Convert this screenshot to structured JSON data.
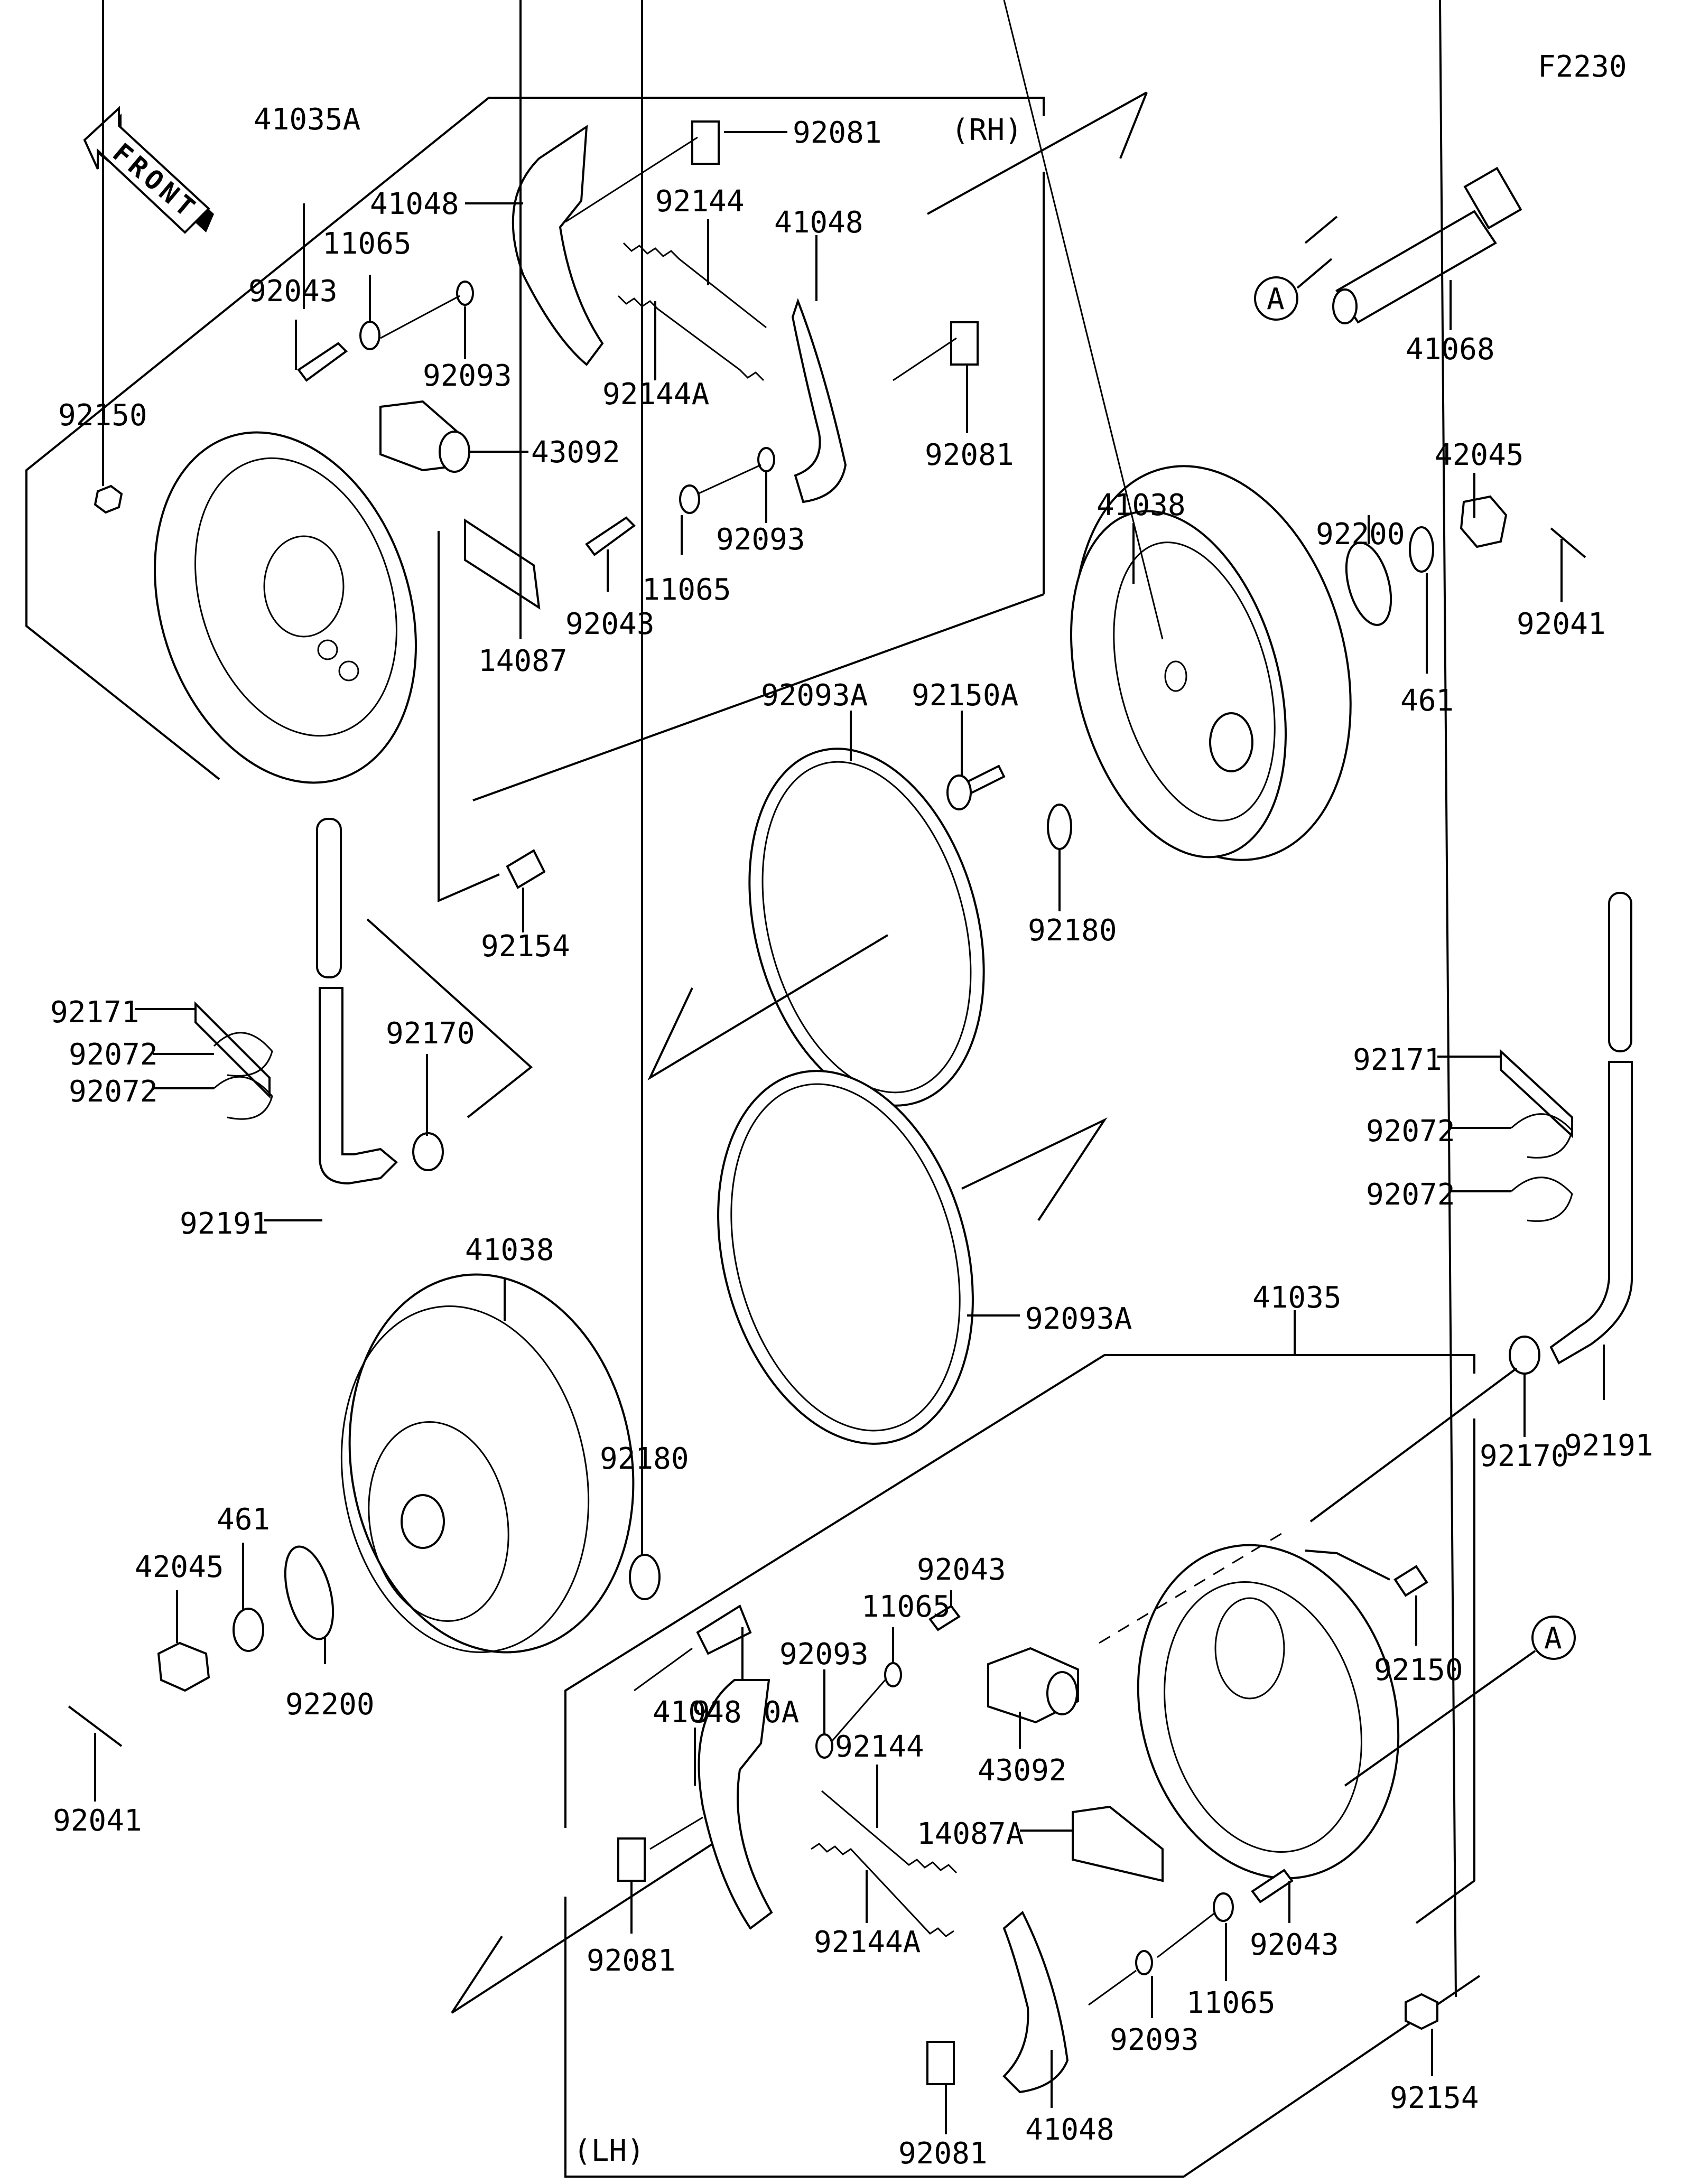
{
  "diagram": {
    "figure_code": "F2230",
    "front_arrow_text": "FRONT",
    "side_labels": {
      "right": "(RH)",
      "left": "(LH)"
    },
    "reference_marker": "A",
    "parts": {
      "brake_panel_rh": "41035A",
      "brake_panel_lh": "41035",
      "shoe_rh_upper": "41048",
      "shoe_rh_lower": "41048",
      "shoe_lh_upper": "41048",
      "shoe_lh_lower": "41048",
      "clip_rh_upper": "92081",
      "clip_rh_lower": "92081",
      "clip_lh_upper": "92081",
      "clip_lh_lower": "92081",
      "spring_rh": "92144",
      "spring_rh_a": "92144A",
      "spring_lh": "92144",
      "spring_lh_a": "92144A",
      "washer_11065_rh_upper": "11065",
      "washer_11065_rh_lower": "11065",
      "washer_11065_lh_upper": "11065",
      "washer_11065_lh_lower": "11065",
      "pin_92043_rh_upper": "92043",
      "pin_92043_rh_lower": "92043",
      "pin_92043_lh_upper": "92043",
      "pin_92043_lh_lower": "92043",
      "seal_92093_rh_upper": "92093",
      "seal_92093_rh_lower": "92093",
      "seal_92093_lh_upper": "92093",
      "seal_92093_lh_lower": "92093",
      "bolt_92150_rh": "92150",
      "bolt_92150_lh": "92150",
      "cylinder_rh": "43092",
      "cylinder_lh": "43092",
      "adjuster_rh": "14087",
      "adjuster_lh": "14087A",
      "shaft": "41068",
      "drum_rh": "41038",
      "drum_lh": "41038",
      "washer_92200_rh": "92200",
      "washer_92200_lh": "92200",
      "nut_rh": "42045",
      "nut_lh": "42045",
      "lockwasher_rh": "461",
      "lockwasher_lh": "461",
      "cotter_rh": "92041",
      "cotter_lh": "92041",
      "seal_92093a_upper": "92093A",
      "seal_92093a_lower": "92093A",
      "bolt_92150a_upper": "92150A",
      "bolt_92150a_lower": "92150A",
      "oring_upper": "92180",
      "oring_lower": "92180",
      "bolt_92154_rh": "92154",
      "bolt_92154_lh": "92154",
      "band_92171_left": "92171",
      "band_92171_right": "92171",
      "clamp_92072_left_1": "92072",
      "clamp_92072_left_2": "92072",
      "clamp_92072_right_1": "92072",
      "clamp_92072_right_2": "92072",
      "clamp_92170_left": "92170",
      "clamp_92170_right": "92170",
      "hose_left": "92191",
      "hose_right": "92191"
    }
  }
}
